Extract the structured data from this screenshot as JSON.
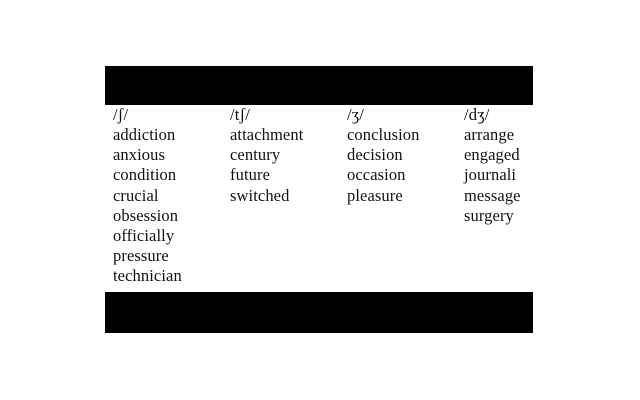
{
  "page": {
    "background_color": "#ffffff",
    "panel_background_color": "#ffffff",
    "letterbox_color": "#000000",
    "text_color": "#111111"
  },
  "slide": {
    "columns": [
      {
        "symbol": "/ʃ/",
        "words": [
          "addiction",
          "anxious",
          "condition",
          "crucial",
          "obsession",
          "officially",
          "pressure",
          "technician"
        ]
      },
      {
        "symbol": "/tʃ/",
        "words": [
          "attachment",
          "century",
          "future",
          "switched"
        ]
      },
      {
        "symbol": "/ʒ/",
        "words": [
          "conclusion",
          "decision",
          "occasion",
          "pleasure"
        ]
      },
      {
        "symbol": "/dʒ/",
        "words": [
          "arrange",
          "engaged",
          "journali",
          "message",
          "surgery"
        ]
      }
    ]
  }
}
